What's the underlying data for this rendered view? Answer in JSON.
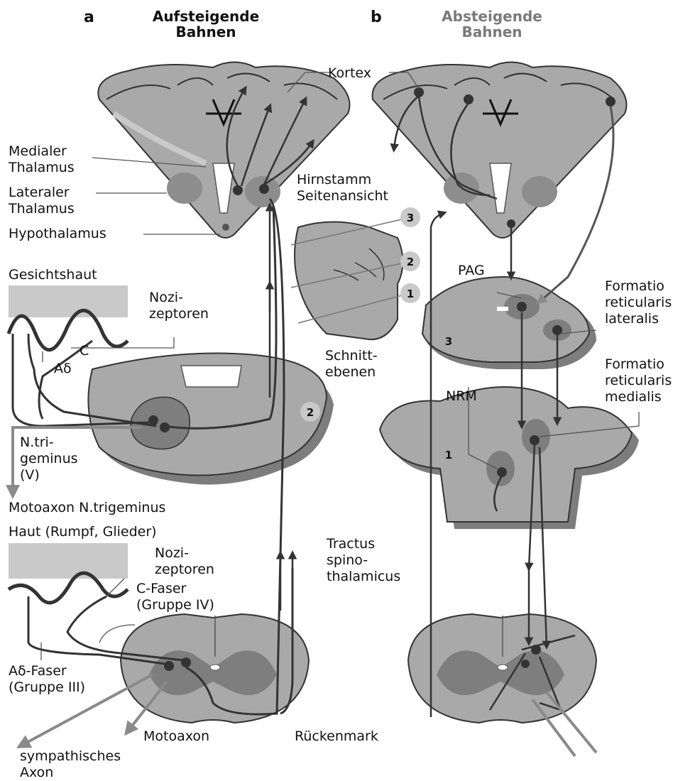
{
  "panel_a": {
    "letter": "a",
    "title": "Aufsteigende\nBahnen",
    "title_color": "#111111"
  },
  "panel_b": {
    "letter": "b",
    "title": "Absteigende\nBahnen",
    "title_color": "#7a7a7a"
  },
  "labels": {
    "kortex": "Kortex",
    "medialer_thalamus": "Medialer\nThalamus",
    "lateraler_thalamus": "Lateraler\nThalamus",
    "hypothalamus": "Hypothalamus",
    "gesichtshaut": "Gesichtshaut",
    "nozizeptoren_1": "Nozi-\nzeptoren",
    "c": "C",
    "a_delta": "Aδ",
    "n_trigeminus": "N.tri-\ngeminus\n(V)",
    "motoaxon_trigeminus": "Motoaxon N.trigeminus",
    "haut": "Haut (Rumpf, Glieder)",
    "nozizeptoren_2": "Nozi-\nzeptoren",
    "c_faser": "C-Faser\n(Gruppe IV)",
    "a_delta_faser": "Aδ-Faser\n(Gruppe III)",
    "motoaxon": "Motoaxon",
    "sympathisches_axon": "sympathisches\nAxon",
    "rueckenmark": "Rückenmark",
    "tractus": "Tractus\nspino-\nthalamicus",
    "hirnstamm": "Hirnstamm\nSeitenansicht",
    "schnittebenen": "Schnitt-\nebenen",
    "pag": "PAG",
    "nrm": "NRM",
    "formatio_lateralis": "Formatio\nreticularis\nlateralis",
    "formatio_medialis": "Formatio\nreticularis\nmedialis"
  },
  "section_numbers": {
    "n1": "1",
    "n2": "2",
    "n3": "3"
  },
  "colors": {
    "tissue": "#a9a9a9",
    "tissue_light": "#c9c9c9",
    "tissue_shadow": "#7d7d7d",
    "pathway": "#3a3a3a",
    "motor_pathway": "#8a8a8a"
  }
}
